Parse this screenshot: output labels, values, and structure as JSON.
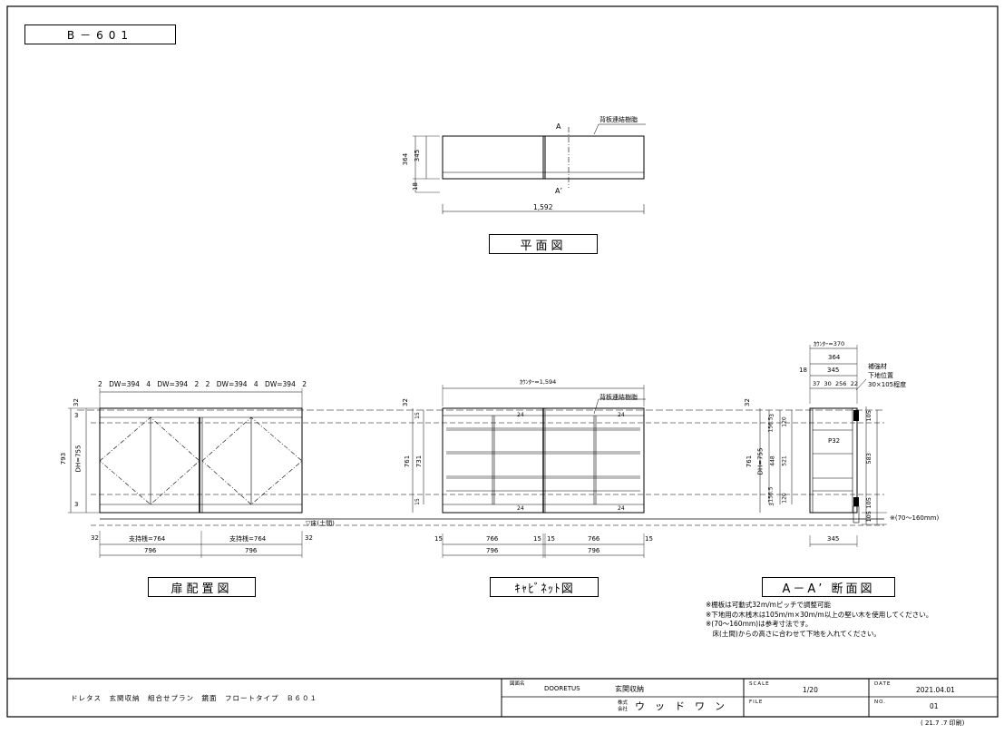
{
  "drawing_number": "B－601",
  "views": {
    "plan_title": "平面図",
    "door_title": "扉配置図",
    "cabinet_title": "ｷｬﾋﾞﾈｯﾄ図",
    "section_title": "A－A’ 断面図"
  },
  "plan": {
    "width": "1,592",
    "depth_total": "364",
    "depth_inner": "345",
    "base": "18",
    "section_mark_top": "A",
    "section_mark_bottom": "A’",
    "back_label": "背板連結樹脂"
  },
  "door": {
    "dw_row": [
      "2",
      "DW=394",
      "4",
      "DW=394",
      "2",
      "2",
      "DW=394",
      "4",
      "DW=394",
      "2"
    ],
    "height_total": "793",
    "height_dh": "DH=755",
    "top_gap": "3",
    "bottom_gap": "3",
    "top_dim": "32",
    "side_left": "32",
    "side_right": "32",
    "support": [
      "支持桟=764",
      "支持桟=764"
    ],
    "unit_widths": [
      "796",
      "796"
    ],
    "floor_label": "▽床(土間)"
  },
  "cabinet": {
    "counter": "ｶｳﾝﾀｰ=1,594",
    "back_label": "背板連結樹脂",
    "height_outer": "761",
    "height_inner": "731",
    "top_dim": "32",
    "top_small": "15",
    "bottom_small": "15",
    "shelf_markers": [
      "24",
      "24",
      "24",
      "24"
    ],
    "inner_widths": [
      "766",
      "766"
    ],
    "edges": [
      "15",
      "15",
      "15",
      "15"
    ],
    "unit_widths": [
      "796",
      "796"
    ]
  },
  "section": {
    "counter": "ｶｳﾝﾀｰ=370",
    "d364": "364",
    "d18": "18",
    "d345": "345",
    "parts": [
      "37",
      "30",
      "256",
      "22"
    ],
    "reinforce_label": [
      "補強材",
      "下地位置",
      "30×105程度"
    ],
    "p32": "P32",
    "height_outer": "761",
    "height_dh": "DH=755",
    "left_dims": [
      "3",
      "156.5",
      "448",
      "156.5",
      "3"
    ],
    "right_dims": [
      "120",
      "521",
      "120"
    ],
    "top_dim": "32",
    "far_right": [
      "105",
      "583",
      "105",
      "105"
    ],
    "float_note": "※(70～160mm)",
    "bottom_width": "345"
  },
  "notes": [
    "※棚板は可動式32m/mピッチで調整可能",
    "※下地用の木桟木は105m/m×30m/m以上の堅い木を使用してください。",
    "※(70～160mm)は参考寸法です。",
    "　床(土間)からの高さに合わせて下地を入れてください。"
  ],
  "title_block": {
    "description": "ドレタス　玄関収納　組合せプラン　鏡面　フロートタイプ　Ｂ６０１",
    "drawing_label": "図面名",
    "brand": "DOORETUS",
    "category": "玄関収納",
    "company_label_top": "株式",
    "company_label_bottom": "会社",
    "company": "ウ　ッ　ド　ワ　ン",
    "scale_label": "SCALE",
    "scale": "1/20",
    "file_label": "FILE",
    "date_label": "DATE",
    "date": "2021.04.01",
    "no_label": "NO.",
    "no": "01",
    "print_note": "( 21.7 .7  印刷)"
  }
}
